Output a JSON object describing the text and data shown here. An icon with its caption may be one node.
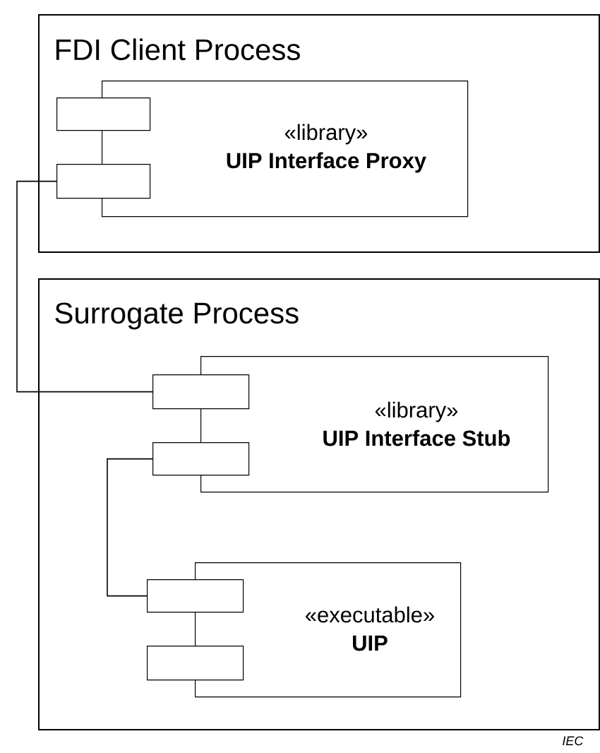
{
  "diagram": {
    "nodes": [
      {
        "text": [
          "FDI Client Process"
        ]
      },
      {
        "text": [
          "«library»",
          "UIP Interface Proxy"
        ],
        "in": 0
      },
      {
        "text": [],
        "shape": "box",
        "in": 0
      },
      {
        "text": [],
        "shape": "box",
        "in": 0
      },
      {
        "text": [
          "Surrogate Process"
        ]
      },
      {
        "text": [
          "«library»",
          "UIP Interface Stub"
        ],
        "in": 4
      },
      {
        "text": [],
        "shape": "box",
        "in": 4
      },
      {
        "text": [],
        "shape": "box",
        "in": 4
      },
      {
        "text": [
          "«executable»",
          "UIP"
        ],
        "in": 4
      },
      {
        "text": [],
        "shape": "box",
        "in": 4
      },
      {
        "text": [],
        "shape": "box",
        "in": 4
      }
    ],
    "edges": [
      {
        "from": 3,
        "to": 6,
        "arrow": "none"
      },
      {
        "from": 7,
        "to": 9,
        "arrow": "none"
      }
    ],
    "labels": [
      "IEC"
    ]
  }
}
